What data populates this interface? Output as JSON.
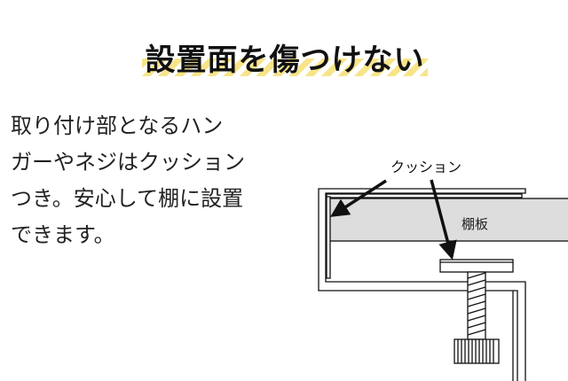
{
  "title": "設置面を傷つけない",
  "description_lines": [
    "取り付け部となるハン",
    "ガーやネジはクッション",
    "つき。安心して棚に設置",
    "できます。"
  ],
  "diagram": {
    "cushion_label": "クッション",
    "shelf_label": "棚板"
  },
  "colors": {
    "stripe": "#f7e48a",
    "shelf": "#dddddd"
  }
}
